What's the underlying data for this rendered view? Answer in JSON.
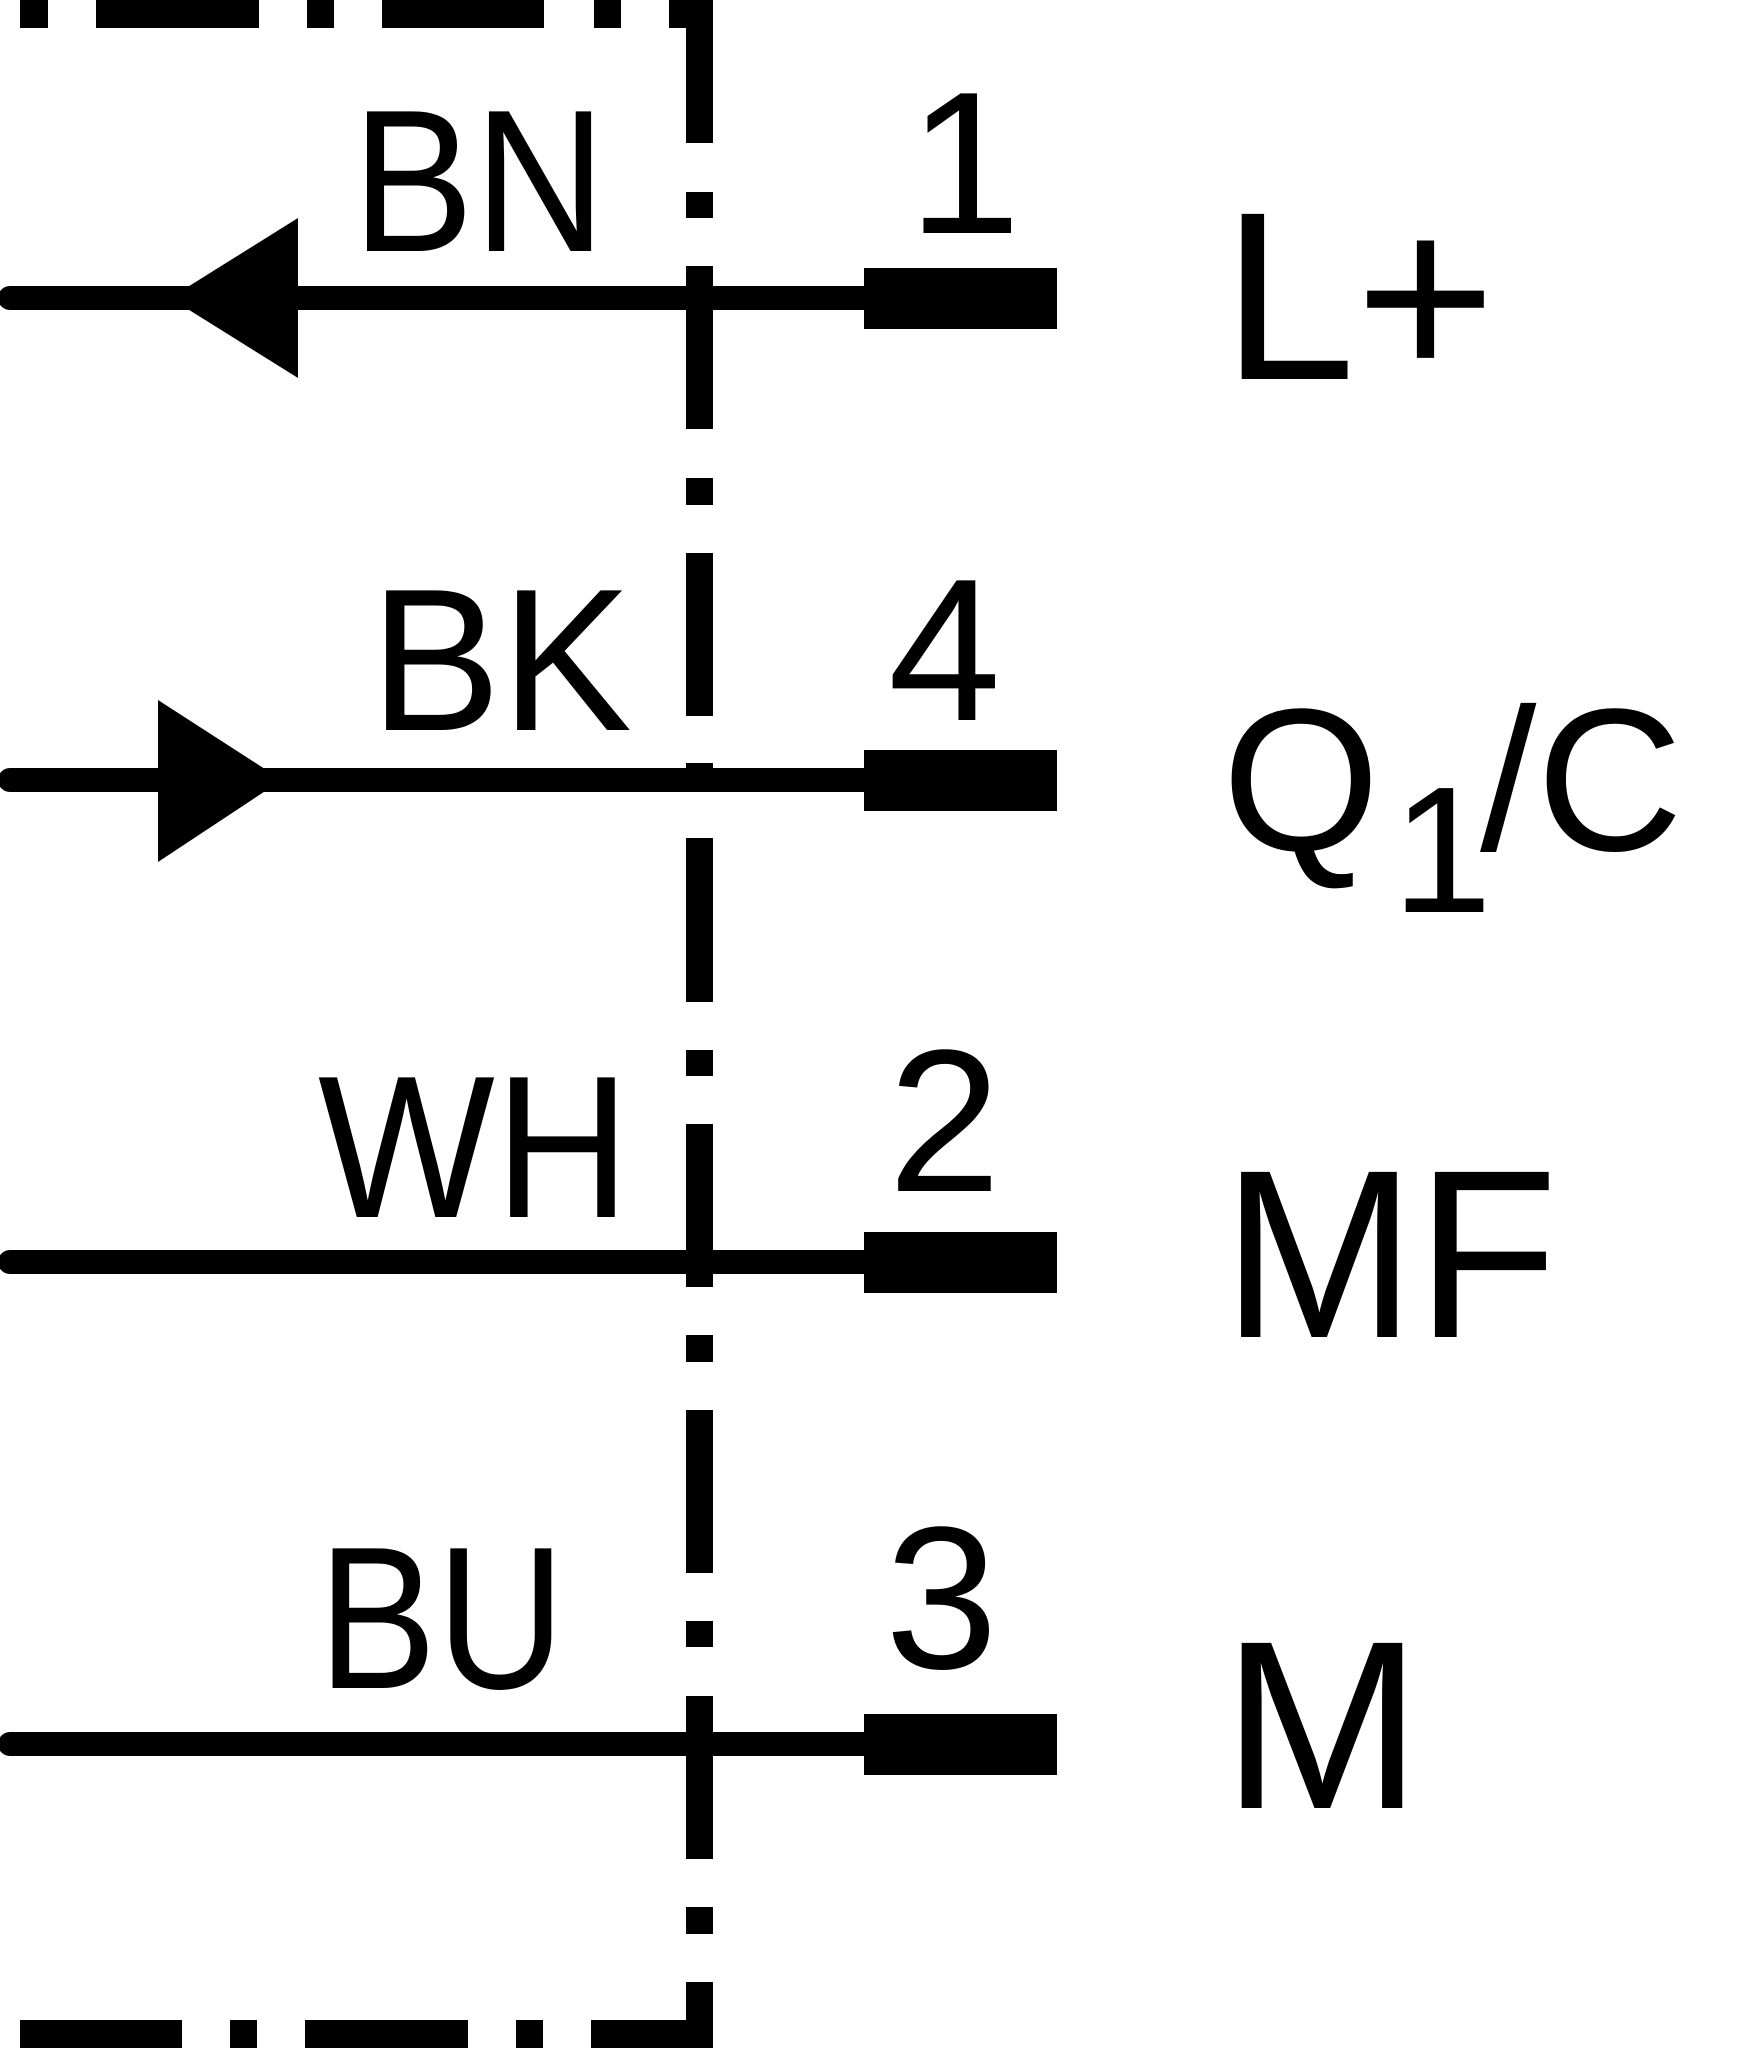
{
  "colors": {
    "ink": "#000000",
    "background": "#ffffff"
  },
  "wires": [
    {
      "color_code": "BN",
      "pin": "1",
      "signal": "L+",
      "arrow": "in"
    },
    {
      "color_code": "BK",
      "pin": "4",
      "signal_main": "Q",
      "signal_sub": "1",
      "signal_suffix": "/C",
      "arrow": "out"
    },
    {
      "color_code": "WH",
      "pin": "2",
      "signal": "MF",
      "arrow": "none"
    },
    {
      "color_code": "BU",
      "pin": "3",
      "signal": "M",
      "arrow": "none"
    }
  ]
}
